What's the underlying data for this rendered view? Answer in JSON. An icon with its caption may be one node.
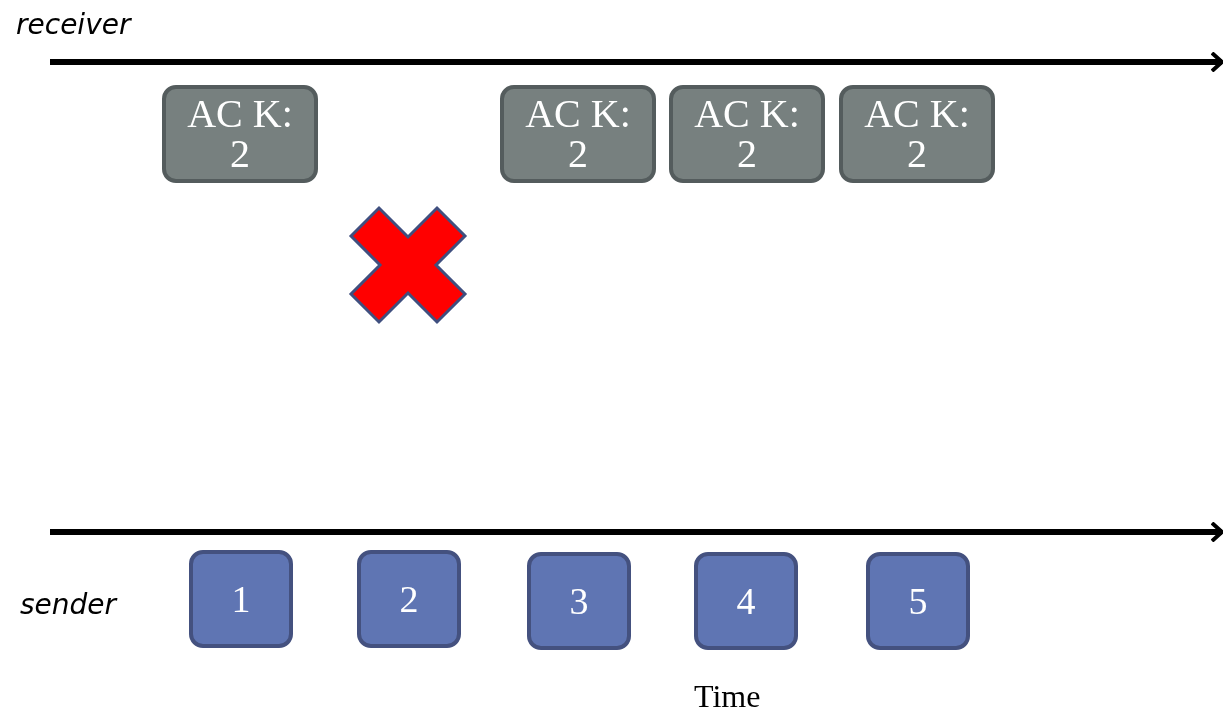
{
  "diagram": {
    "nodes": [
      {
        "text": [
          "AC K: 2"
        ]
      },
      {
        "text": [
          "AC K: 2"
        ]
      },
      {
        "text": [
          "AC K: 2"
        ]
      },
      {
        "text": [
          "AC K: 2"
        ]
      },
      {
        "text": [
          "1"
        ]
      },
      {
        "text": [
          "2"
        ]
      },
      {
        "text": [
          "3"
        ]
      },
      {
        "text": [
          "4"
        ]
      },
      {
        "text": [
          "5"
        ]
      }
    ],
    "edges": [],
    "labels": [
      "receiver",
      "sender",
      "Time"
    ]
  }
}
